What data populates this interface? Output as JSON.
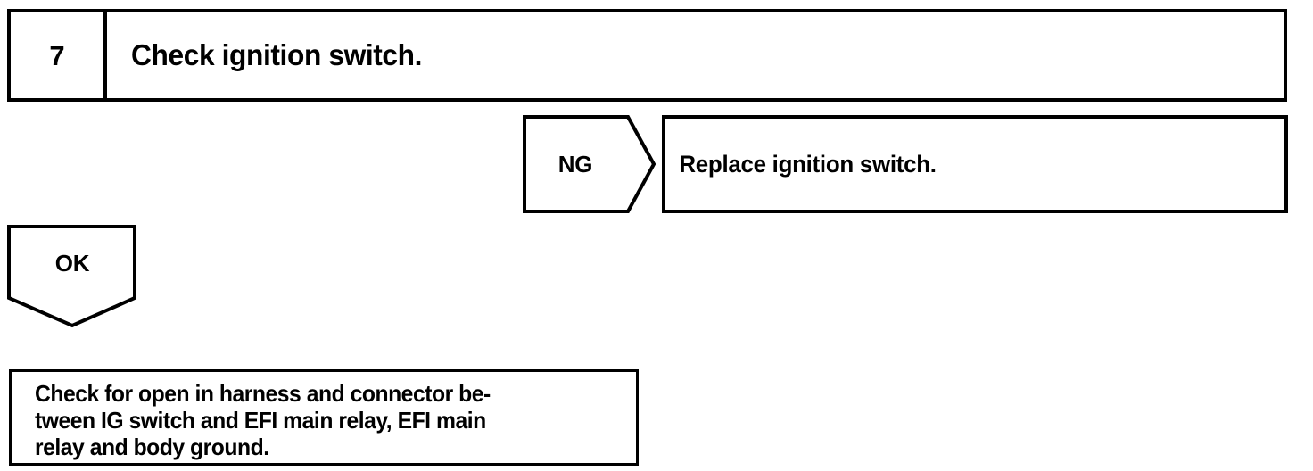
{
  "diagram": {
    "type": "troubleshooting-flowchart",
    "colors": {
      "line": "#000000",
      "background": "#ffffff",
      "text": "#000000"
    },
    "step": {
      "number": "7",
      "instruction": "Check ignition switch."
    },
    "branch_ng": {
      "label": "NG",
      "result_box": "Replace ignition switch."
    },
    "branch_ok": {
      "label": "OK"
    },
    "final_box": {
      "lines": [
        "Check for open in harness and connector be-",
        "tween IG switch and EFI main relay, EFI main",
        "relay and body ground."
      ],
      "full_text": "Check for open in harness and connector between IG switch and EFI main relay, EFI main relay and body ground."
    }
  }
}
